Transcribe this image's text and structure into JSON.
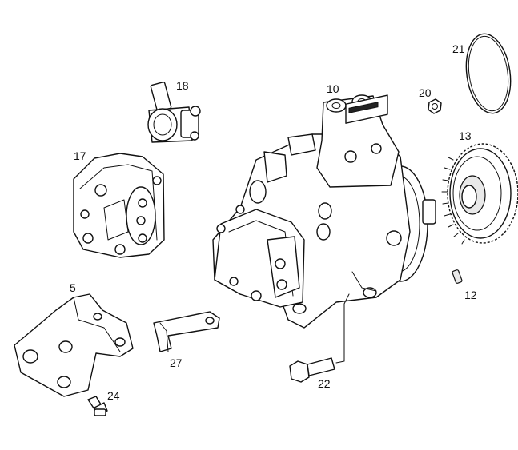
{
  "callouts": {
    "part_5": "5",
    "part_10": "10",
    "part_12": "12",
    "part_13": "13",
    "part_17": "17",
    "part_18": "18",
    "part_20": "20",
    "part_21": "21",
    "part_22": "22",
    "part_24": "24",
    "part_27": "27"
  }
}
